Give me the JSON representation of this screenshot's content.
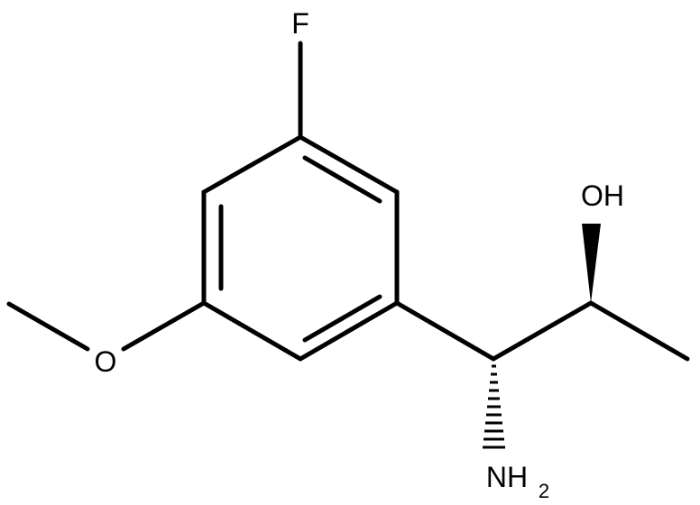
{
  "molecule": {
    "atoms": {
      "fluorine": "F",
      "methoxy_oxygen": "O",
      "hydroxyl": "OH",
      "amine": "NH",
      "amine_subscript": "2"
    },
    "colors": {
      "bond": "#000000",
      "label": "#000000",
      "background": "#ffffff"
    }
  }
}
